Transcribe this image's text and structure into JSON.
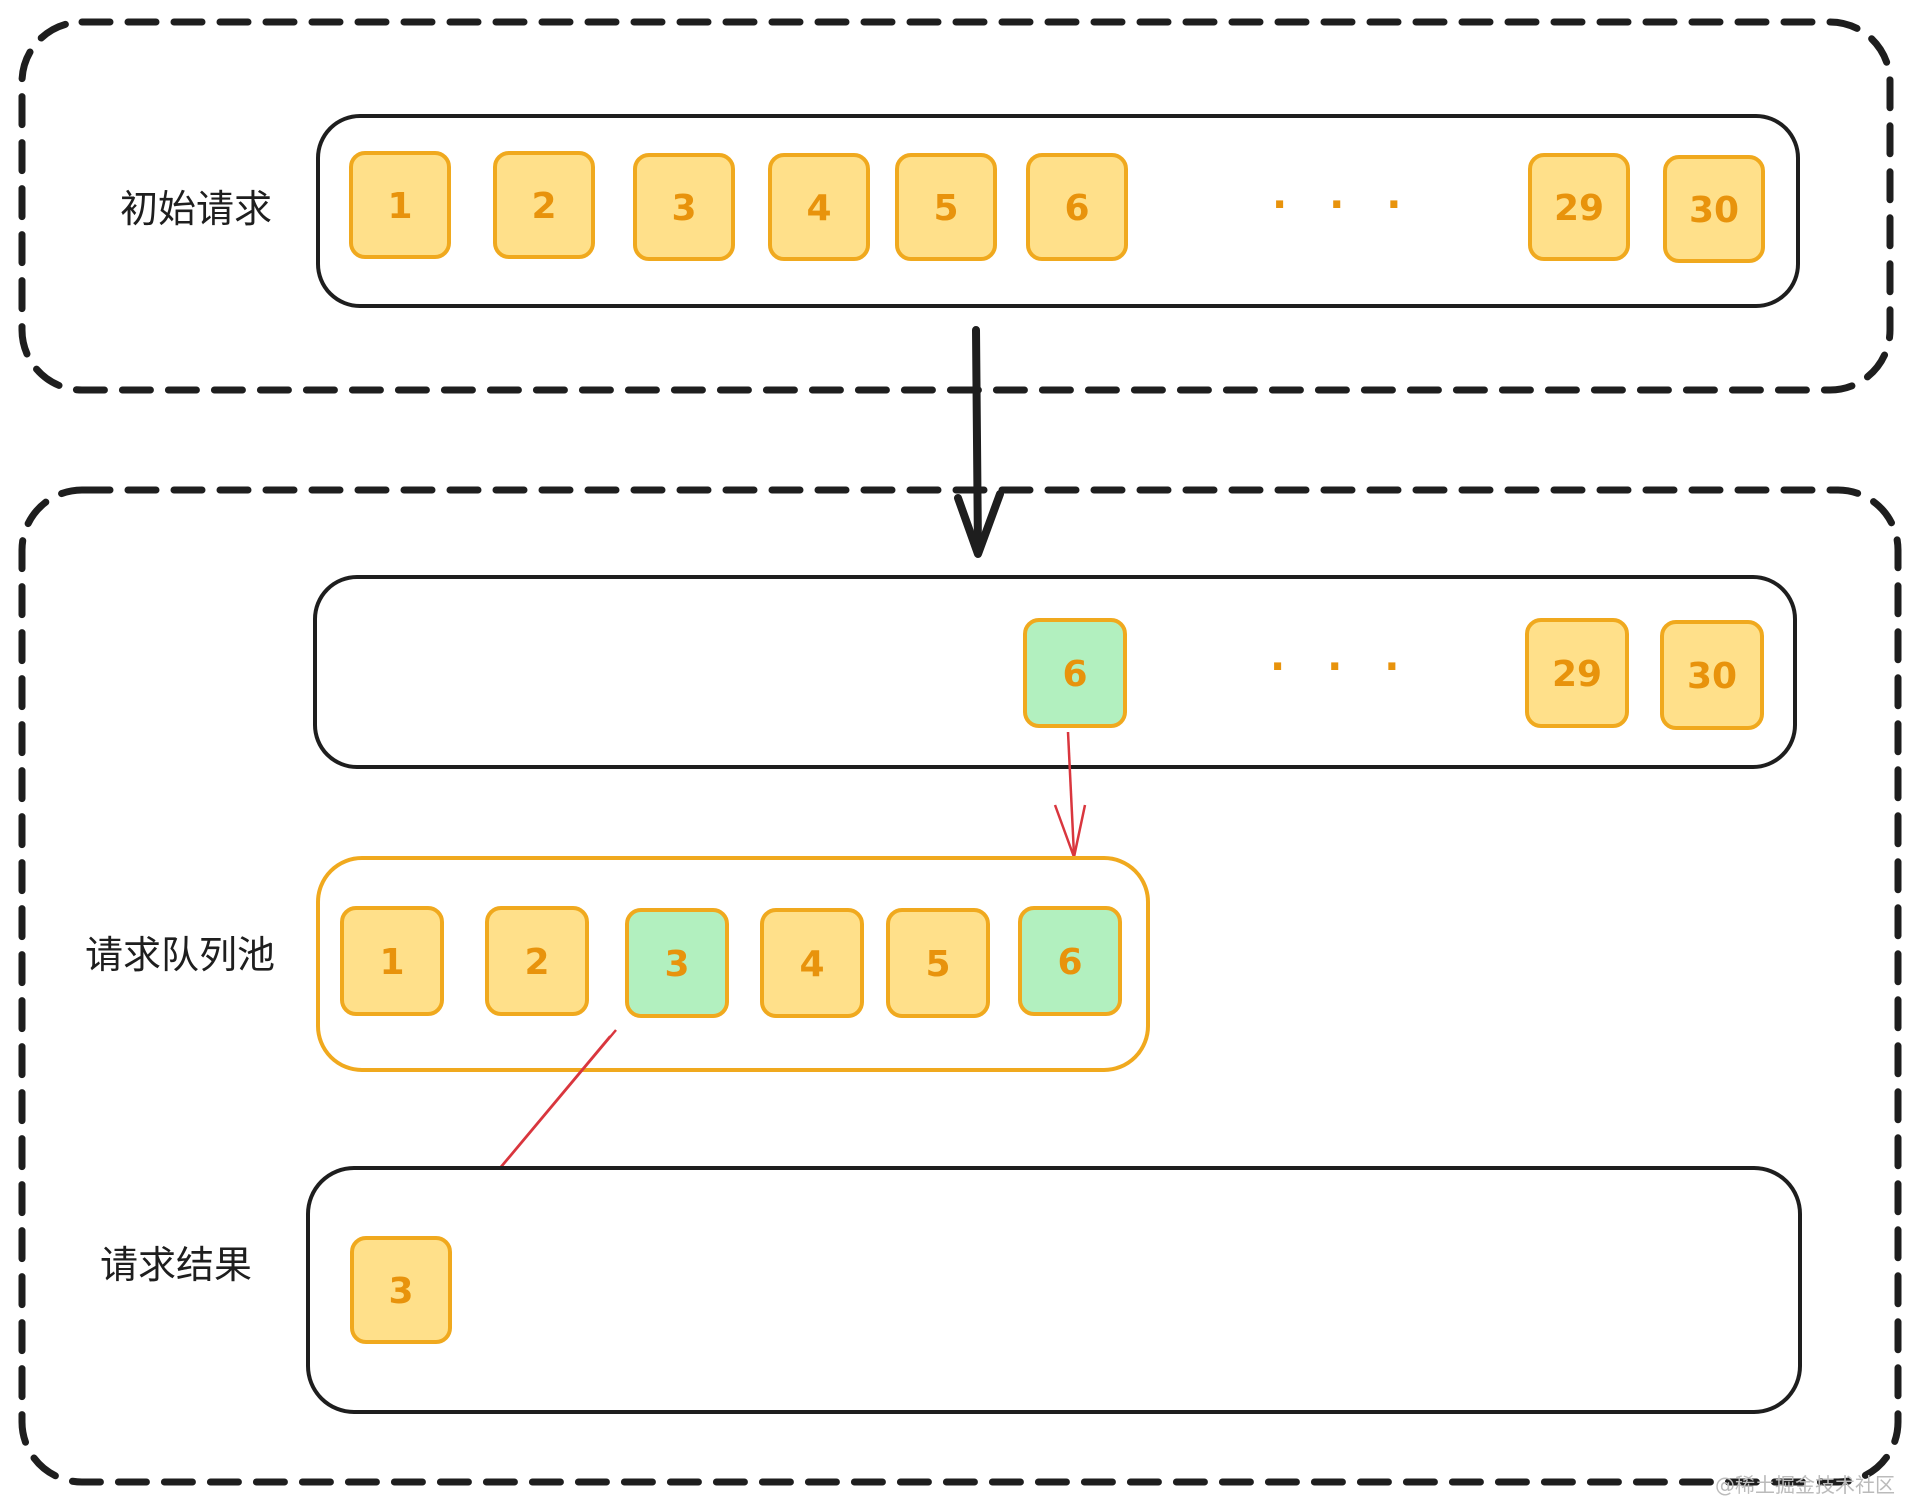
{
  "sections": {
    "initial_label": "初始请求",
    "pool_label": "请求队列池",
    "result_label": "请求结果"
  },
  "initial_row": {
    "tiles": [
      "1",
      "2",
      "3",
      "4",
      "5",
      "6",
      "29",
      "30"
    ],
    "ellipsis": "· · ·"
  },
  "pending_row": {
    "tiles": [
      "6",
      "29",
      "30"
    ],
    "ellipsis": "· · ·"
  },
  "pool_row": {
    "tiles": [
      "1",
      "2",
      "3",
      "4",
      "5",
      "6"
    ]
  },
  "result_row": {
    "tiles": [
      "3"
    ]
  },
  "colors": {
    "tile_fill": "#ffe08a",
    "tile_active_fill": "#b2f0bf",
    "tile_stroke": "#f0a91e",
    "number_text": "#e8930c",
    "flow_arrow": "#d9363e",
    "main_arrow": "#1e1e1e"
  },
  "watermark": "@稀土掘金技术社区"
}
